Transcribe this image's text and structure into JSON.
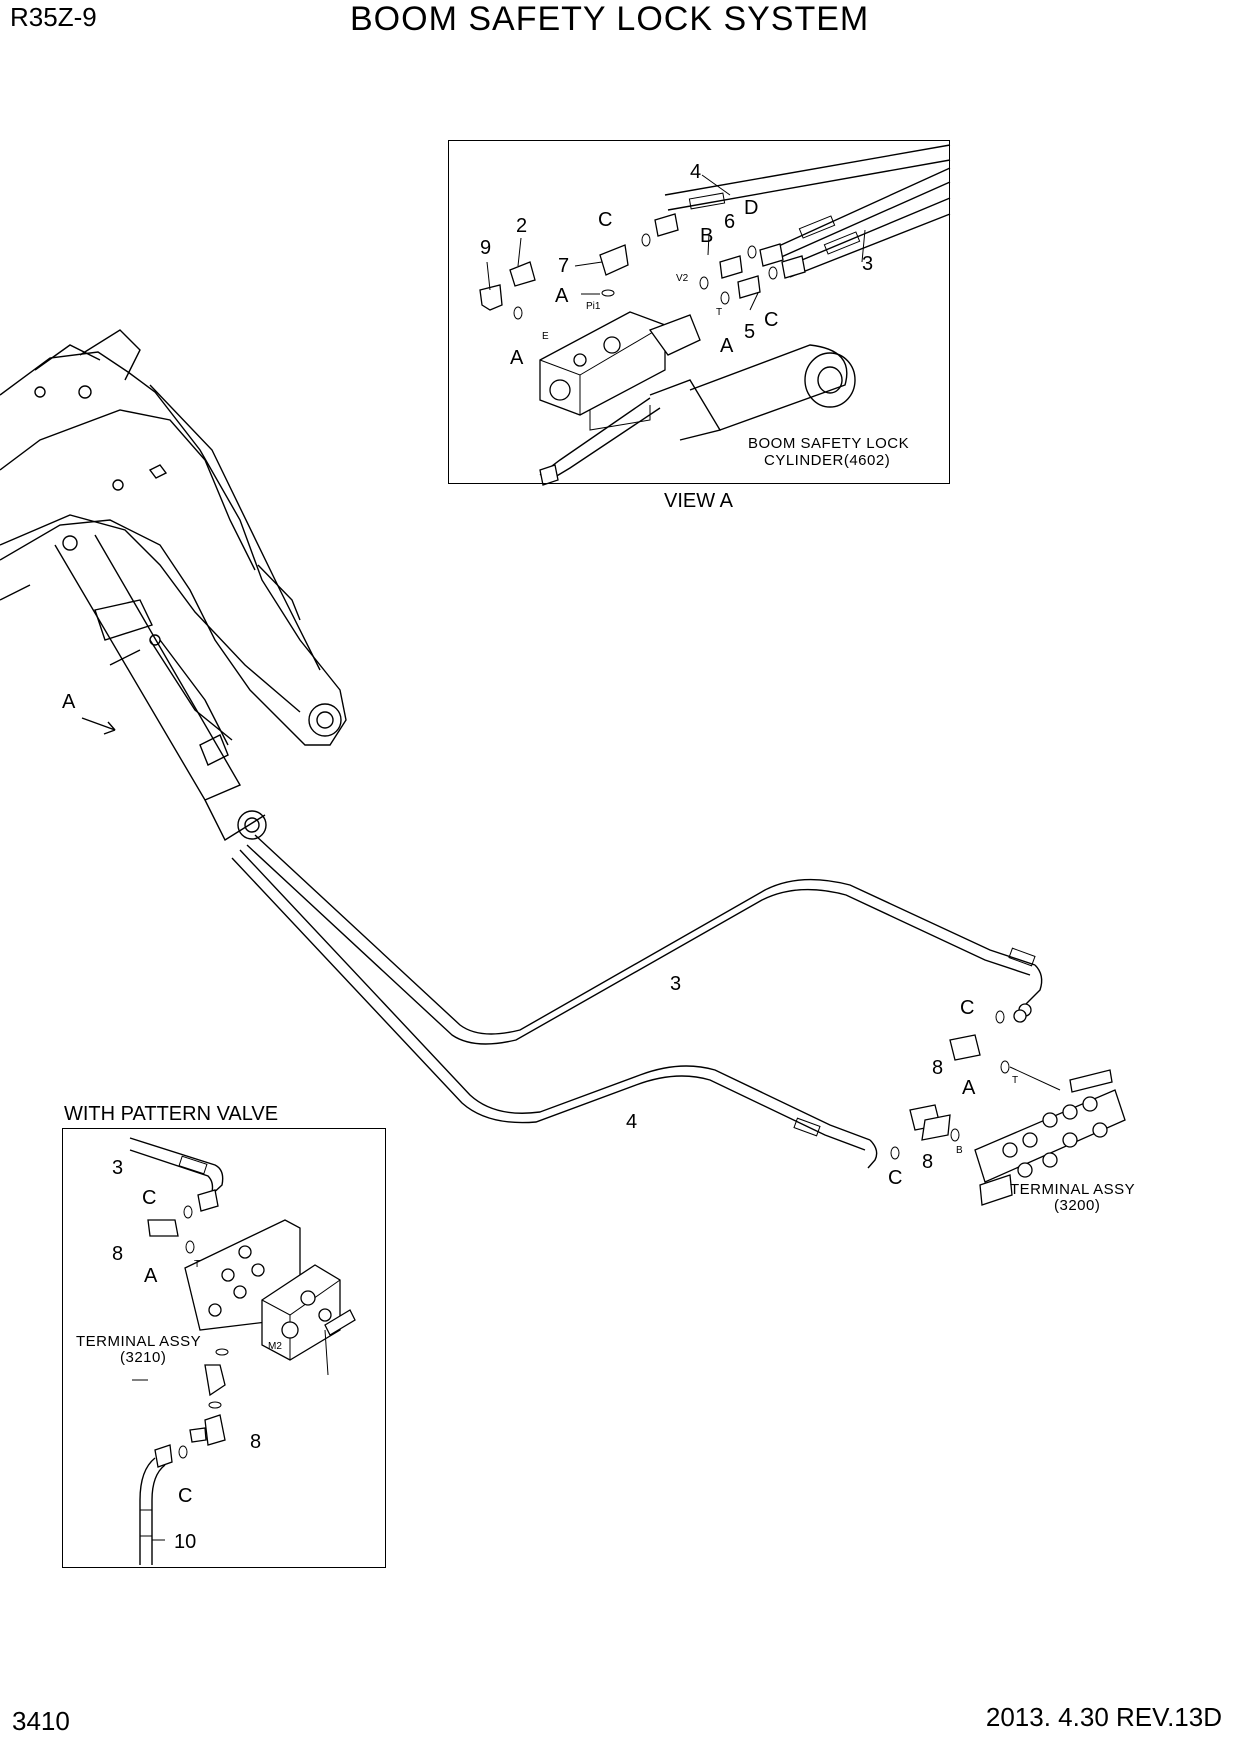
{
  "header": {
    "model": "R35Z-9",
    "title": "BOOM SAFETY LOCK SYSTEM"
  },
  "footer": {
    "page_number": "3410",
    "date_rev": "2013. 4.30  REV.13D"
  },
  "view_a": {
    "caption": "VIEW A",
    "callouts": {
      "c4": "4",
      "c3": "3",
      "c2": "2",
      "c9": "9",
      "c7": "7",
      "c6": "6",
      "c5": "5",
      "cC1": "C",
      "cC2": "C",
      "cB": "B",
      "cD": "D",
      "cA1": "A",
      "cA2": "A",
      "cA3": "A"
    },
    "port_labels": {
      "v2": "V2",
      "pi1": "Pi1",
      "t": "T",
      "e": "E"
    },
    "cylinder_label_1": "BOOM SAFETY LOCK",
    "cylinder_label_2": "CYLINDER(4602)"
  },
  "main": {
    "arrow_label": "A",
    "callouts": {
      "hose3": "3",
      "hose4": "4",
      "cC1": "C",
      "cC2": "C",
      "c8a": "8",
      "c8b": "8",
      "cA": "A"
    },
    "port_labels": {
      "t": "T",
      "b": "B"
    },
    "terminal_label_1": "TERMINAL ASSY",
    "terminal_label_2": "(3200)"
  },
  "pattern_valve": {
    "caption": "WITH PATTERN VALVE",
    "callouts": {
      "c3": "3",
      "cC1": "C",
      "c8a": "8",
      "cA": "A",
      "c8b": "8",
      "cC2": "C",
      "c10": "10"
    },
    "port_labels": {
      "t": "T",
      "m2": "M2"
    },
    "terminal_label_1": "TERMINAL ASSY",
    "terminal_label_2": "(3210)"
  }
}
